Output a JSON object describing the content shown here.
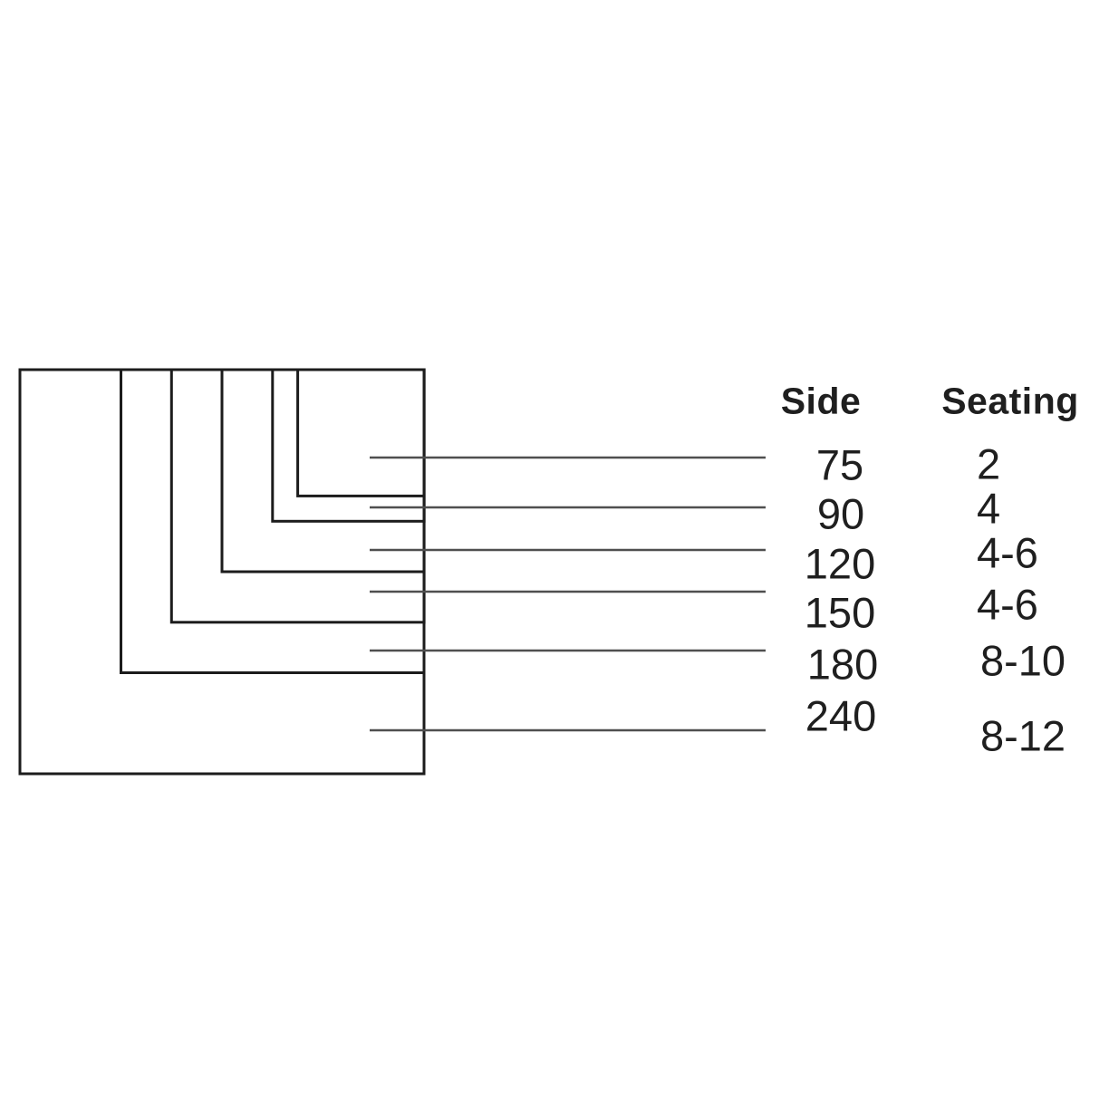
{
  "table": {
    "header_side": "Side",
    "header_seating": "Seating",
    "rows": [
      {
        "side": "75",
        "seating": "2"
      },
      {
        "side": "90",
        "seating": "4"
      },
      {
        "side": "120",
        "seating": "4-6"
      },
      {
        "side": "150",
        "seating": "4-6"
      },
      {
        "side": "180",
        "seating": "8-10"
      },
      {
        "side": "240",
        "seating": "8-12"
      }
    ]
  },
  "diagram": {
    "square_stroke_color": "#1c1c1c",
    "leader_line_color": "#4f4f4f"
  }
}
